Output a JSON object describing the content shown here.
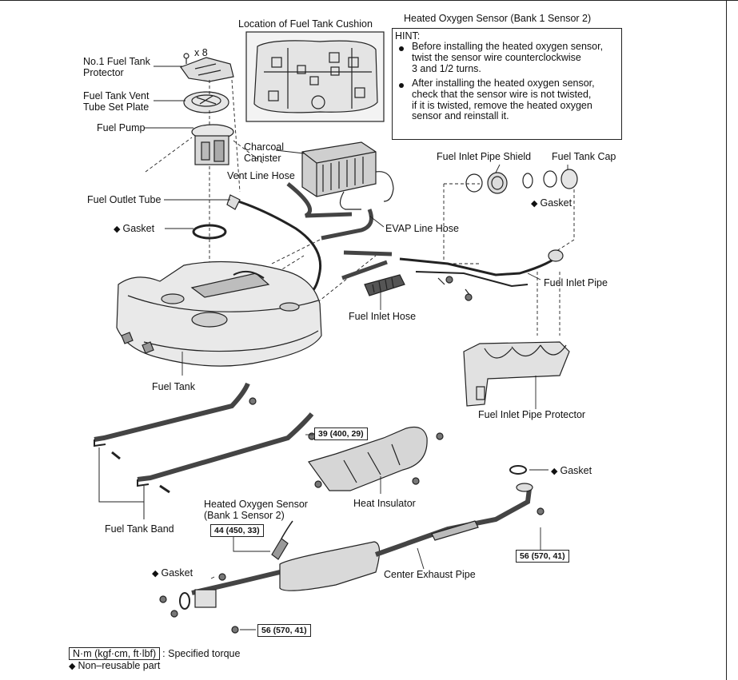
{
  "title": {
    "cushion": "Location of Fuel Tank Cushion",
    "sensor": "Heated Oxygen Sensor (Bank 1 Sensor 2)"
  },
  "hint": {
    "heading": "HINT:",
    "bullets": [
      [
        "Before installing the heated oxygen sensor,",
        "twist the sensor wire counterclockwise",
        "3 and 1/2 turns."
      ],
      [
        "After installing the heated oxygen sensor,",
        "check that the sensor wire is not twisted,",
        "if it is twisted, remove the heated oxygen",
        "sensor and reinstall it."
      ]
    ]
  },
  "labels": {
    "protector_qty": "x 8",
    "protector": [
      "No.1 Fuel Tank",
      "Protector"
    ],
    "vent_plate": [
      "Fuel Tank Vent",
      "Tube Set Plate"
    ],
    "fuel_pump": "Fuel Pump",
    "canister": [
      "Charcoal",
      "Canister"
    ],
    "vent_hose": "Vent Line Hose",
    "outlet_tube": "Fuel Outlet Tube",
    "gasket": "Gasket",
    "evap_hose": "EVAP Line Hose",
    "inlet_shield": "Fuel Inlet Pipe Shield",
    "tank_cap": "Fuel Tank Cap",
    "inlet_pipe": "Fuel Inlet Pipe",
    "inlet_hose": "Fuel Inlet Hose",
    "fuel_tank": "Fuel Tank",
    "inlet_protector": "Fuel Inlet Pipe Protector",
    "heat_insulator": "Heat Insulator",
    "ho2s": [
      "Heated Oxygen Sensor",
      "(Bank 1 Sensor 2)"
    ],
    "tank_band": "Fuel Tank Band",
    "center_pipe": "Center Exhaust Pipe"
  },
  "torques": {
    "t1": "39 (400, 29)",
    "t2": "44 (450, 33)",
    "t3": "56 (570, 41)",
    "t4": "56 (570, 41)"
  },
  "legend": {
    "box": "N·m (kgf·cm, ft·lbf)",
    "torque": ": Specified torque",
    "nonreusable": "Non–reusable part"
  },
  "symbols": {
    "diamond": "◆"
  }
}
